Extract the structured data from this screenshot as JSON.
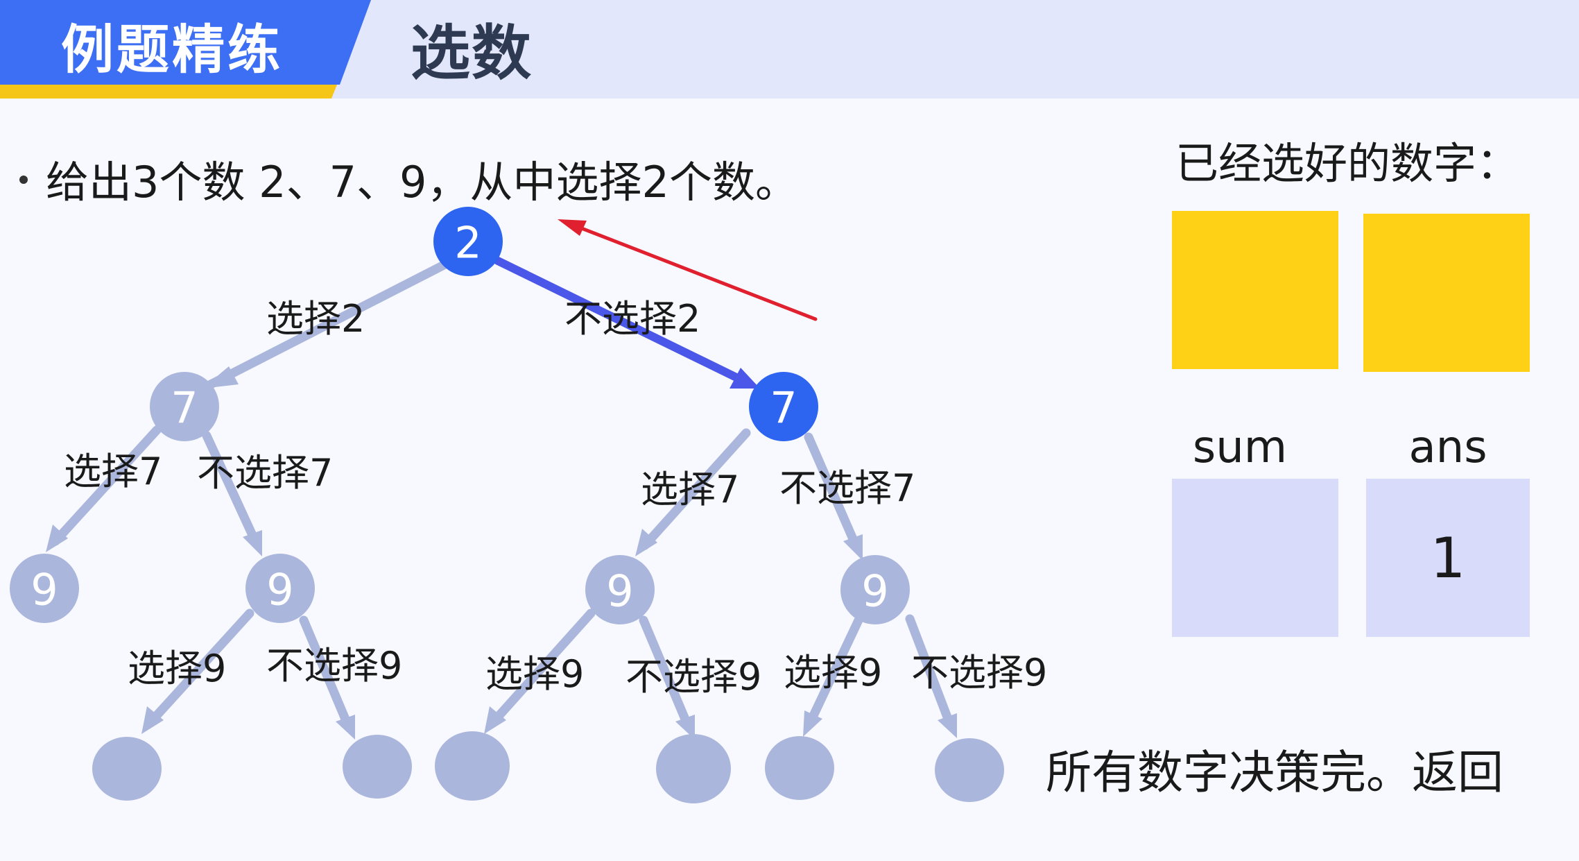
{
  "header": {
    "badge_label": "例题精练",
    "title": "选数",
    "colors": {
      "badge": "#3d6ff4",
      "badge_accent": "#f5c518",
      "bar": "#e3e7fb"
    }
  },
  "problem": {
    "text": "给出3个数 2、7、9，从中选择2个数。"
  },
  "tree": {
    "colors": {
      "active": "#2d64f0",
      "inactive": "#abb6dc",
      "active_edge": "#4a57e8",
      "return_arrow": "#e0202e"
    },
    "root": {
      "label": "2",
      "active": true
    },
    "level1": [
      {
        "label": "7",
        "active": false
      },
      {
        "label": "7",
        "active": true
      }
    ],
    "level2": [
      {
        "label": "9"
      },
      {
        "label": "9"
      },
      {
        "label": "9"
      },
      {
        "label": "9"
      }
    ],
    "edge_labels": {
      "root_left": "选择2",
      "root_right": "不选择2",
      "l1_left_left": "选择7",
      "l1_left_right": "不选择7",
      "l1_right_left": "选择7",
      "l1_right_right": "不选择7",
      "l2_a_left": "选择9",
      "l2_a_right": "不选择9",
      "l2_b_left": "选择9",
      "l2_b_right": "不选择9",
      "l2_c_left": "选择9",
      "l2_c_right": "不选择9"
    }
  },
  "panel": {
    "title": "已经选好的数字：",
    "selected_slots": [
      "",
      ""
    ],
    "sum_label": "sum",
    "ans_label": "ans",
    "sum_value": "",
    "ans_value": "1"
  },
  "status": "所有数字决策完。返回"
}
